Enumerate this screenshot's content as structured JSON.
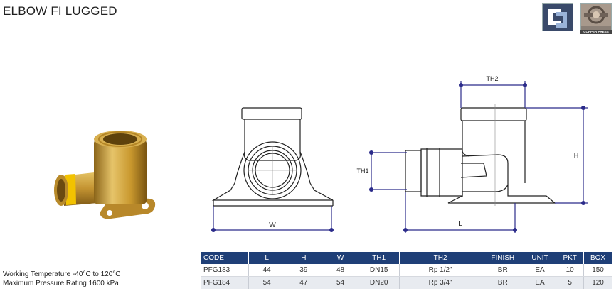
{
  "header": {
    "title": "ELBOW FI LUGGED",
    "badge_caption": "COPPER PRESS"
  },
  "drawing_labels": {
    "w": "W",
    "l": "L",
    "h": "H",
    "th1": "TH1",
    "th2": "TH2"
  },
  "specs": {
    "working_temperature": "Working Temperature  -40°C to 120°C",
    "max_pressure": "Maximum Pressure Rating  1600 kPa"
  },
  "table": {
    "headers": [
      "CODE",
      "L",
      "H",
      "W",
      "TH1",
      "TH2",
      "FINISH",
      "UNIT",
      "PKT",
      "BOX"
    ],
    "rows": [
      [
        "PFG183",
        "44",
        "39",
        "48",
        "DN15",
        "Rp 1/2\"",
        "BR",
        "EA",
        "10",
        "150"
      ],
      [
        "PFG184",
        "54",
        "47",
        "54",
        "DN20",
        "Rp 3/4\"",
        "BR",
        "EA",
        "5",
        "120"
      ]
    ]
  },
  "colors": {
    "header_bg": "#1f3f77",
    "dimension_line": "#2b2b8a",
    "brass": "#c99a3a",
    "yellow_band": "#f2c200"
  },
  "icons": [
    "brand-logo-icon",
    "copper-press-badge-icon"
  ]
}
